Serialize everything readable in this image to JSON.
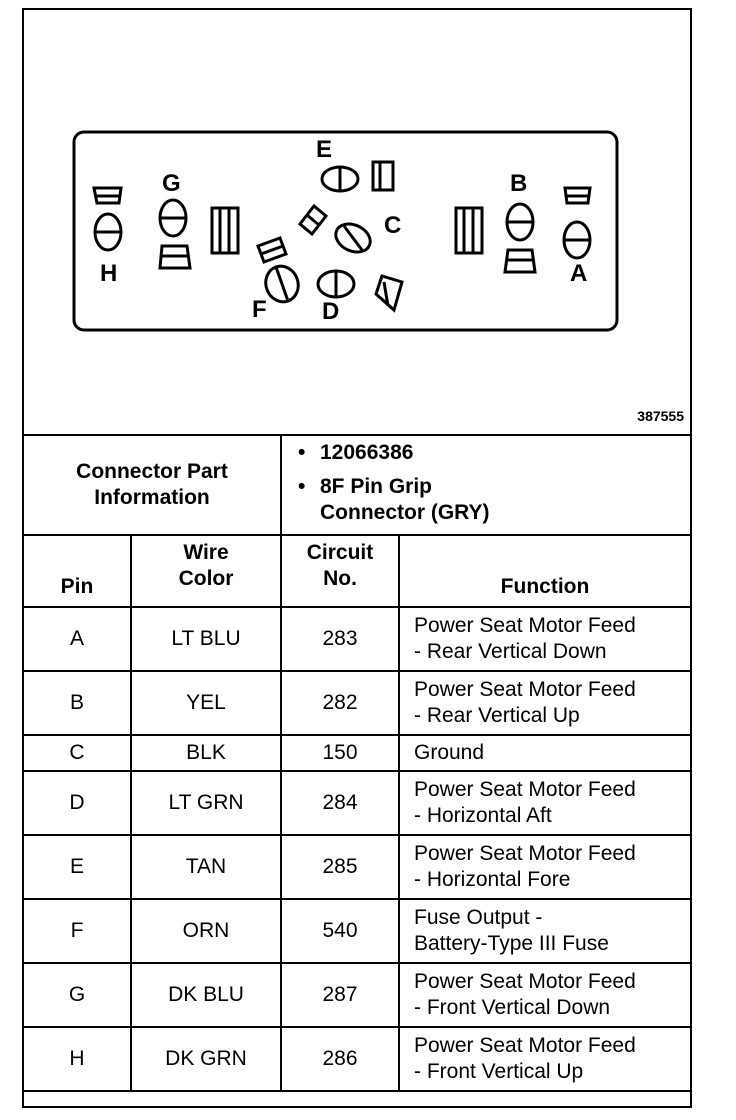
{
  "figure": {
    "pin_labels": {
      "A": "A",
      "B": "B",
      "C": "C",
      "D": "D",
      "E": "E",
      "F": "F",
      "G": "G",
      "H": "H"
    },
    "figure_id": "387555"
  },
  "connector_info": {
    "label_line1": "Connector Part",
    "label_line2": "Information",
    "items": [
      "12066386",
      "8F Pin Grip",
      "Connector (GRY)"
    ]
  },
  "table": {
    "headers": {
      "pin": "Pin",
      "wire_color_1": "Wire",
      "wire_color_2": "Color",
      "circuit_1": "Circuit",
      "circuit_2": "No.",
      "function": "Function"
    },
    "rows": [
      {
        "pin": "A",
        "wire_color": "LT BLU",
        "circuit": "283",
        "function_1": "Power Seat Motor Feed",
        "function_2": "- Rear Vertical Down"
      },
      {
        "pin": "B",
        "wire_color": "YEL",
        "circuit": "282",
        "function_1": "Power Seat Motor Feed",
        "function_2": "- Rear Vertical Up"
      },
      {
        "pin": "C",
        "wire_color": "BLK",
        "circuit": "150",
        "function_1": "Ground",
        "function_2": ""
      },
      {
        "pin": "D",
        "wire_color": "LT GRN",
        "circuit": "284",
        "function_1": "Power Seat Motor Feed",
        "function_2": "- Horizontal Aft"
      },
      {
        "pin": "E",
        "wire_color": "TAN",
        "circuit": "285",
        "function_1": "Power Seat Motor Feed",
        "function_2": "- Horizontal Fore"
      },
      {
        "pin": "F",
        "wire_color": "ORN",
        "circuit": "540",
        "function_1": "Fuse Output -",
        "function_2": "Battery-Type III Fuse"
      },
      {
        "pin": "G",
        "wire_color": "DK BLU",
        "circuit": "287",
        "function_1": "Power Seat Motor Feed",
        "function_2": "- Front Vertical Down"
      },
      {
        "pin": "H",
        "wire_color": "DK GRN",
        "circuit": "286",
        "function_1": "Power Seat Motor Feed",
        "function_2": "- Front Vertical Up"
      }
    ]
  }
}
